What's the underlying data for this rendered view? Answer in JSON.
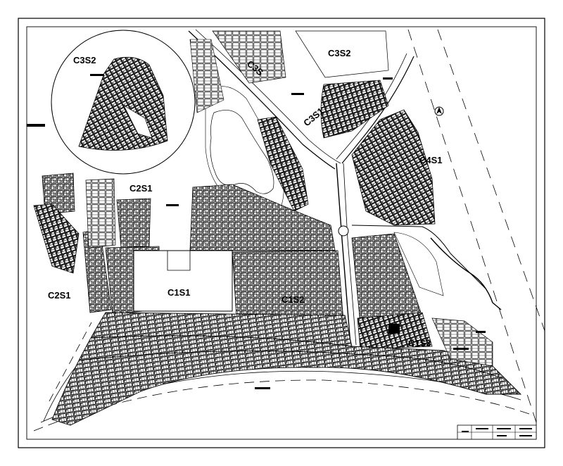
{
  "map": {
    "zones": [
      {
        "id": "C3S2-inset",
        "label": "C3S2"
      },
      {
        "id": "C3S3",
        "label": "C3S"
      },
      {
        "id": "C3S2",
        "label": "C3S2"
      },
      {
        "id": "C3S1",
        "label": "C3S1"
      },
      {
        "id": "C4S1",
        "label": "C4S1"
      },
      {
        "id": "C2S1-north",
        "label": "C2S1"
      },
      {
        "id": "C2S1-west",
        "label": "C2S1"
      },
      {
        "id": "C1S1",
        "label": "C1S1"
      },
      {
        "id": "C1S2",
        "label": "C1S2"
      },
      {
        "id": "C1S3",
        "label": "C1S3"
      }
    ],
    "north_arrow": "north-arrow-icon",
    "colors": {
      "ink": "#000000",
      "paper": "#ffffff"
    }
  }
}
